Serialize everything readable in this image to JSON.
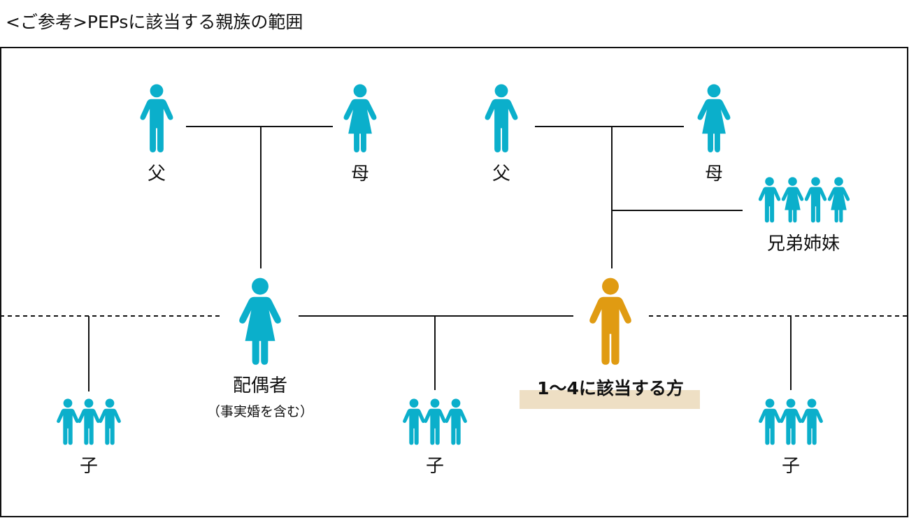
{
  "title": "<ご参考>PEPsに該当する親族の範囲",
  "labels": {
    "father_spouse_side": "父",
    "mother_spouse_side": "母",
    "father_subject_side": "父",
    "mother_subject_side": "母",
    "siblings": "兄弟姉妹",
    "spouse": "配偶者",
    "spouse_note": "（事実婚を含む）",
    "subject": "1〜4に該当する方",
    "child_left": "子",
    "child_center": "子",
    "child_right": "子"
  },
  "colors": {
    "relative": "#0BAFCB",
    "subject": "#E09B12",
    "highlight": "#EEDFC4"
  }
}
